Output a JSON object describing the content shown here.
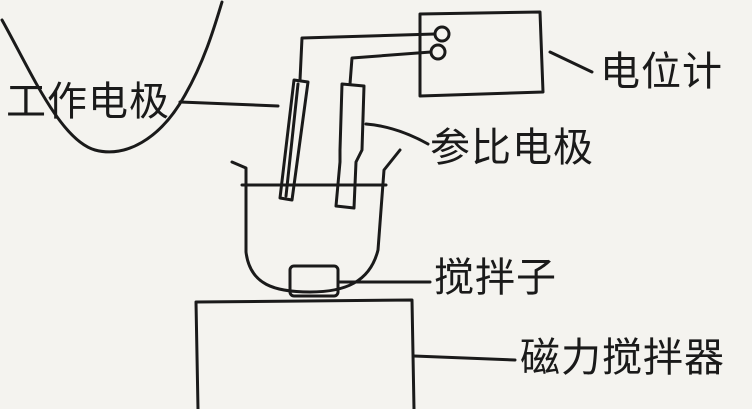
{
  "labels": {
    "working_electrode": "工作电极",
    "potentiometer": "电位计",
    "reference_electrode": "参比电极",
    "stir_bar": "搅拌子",
    "magnetic_stirrer": "磁力搅拌器"
  },
  "colors": {
    "ink": "#1a1a1a",
    "paper": "#f4f3ef"
  }
}
